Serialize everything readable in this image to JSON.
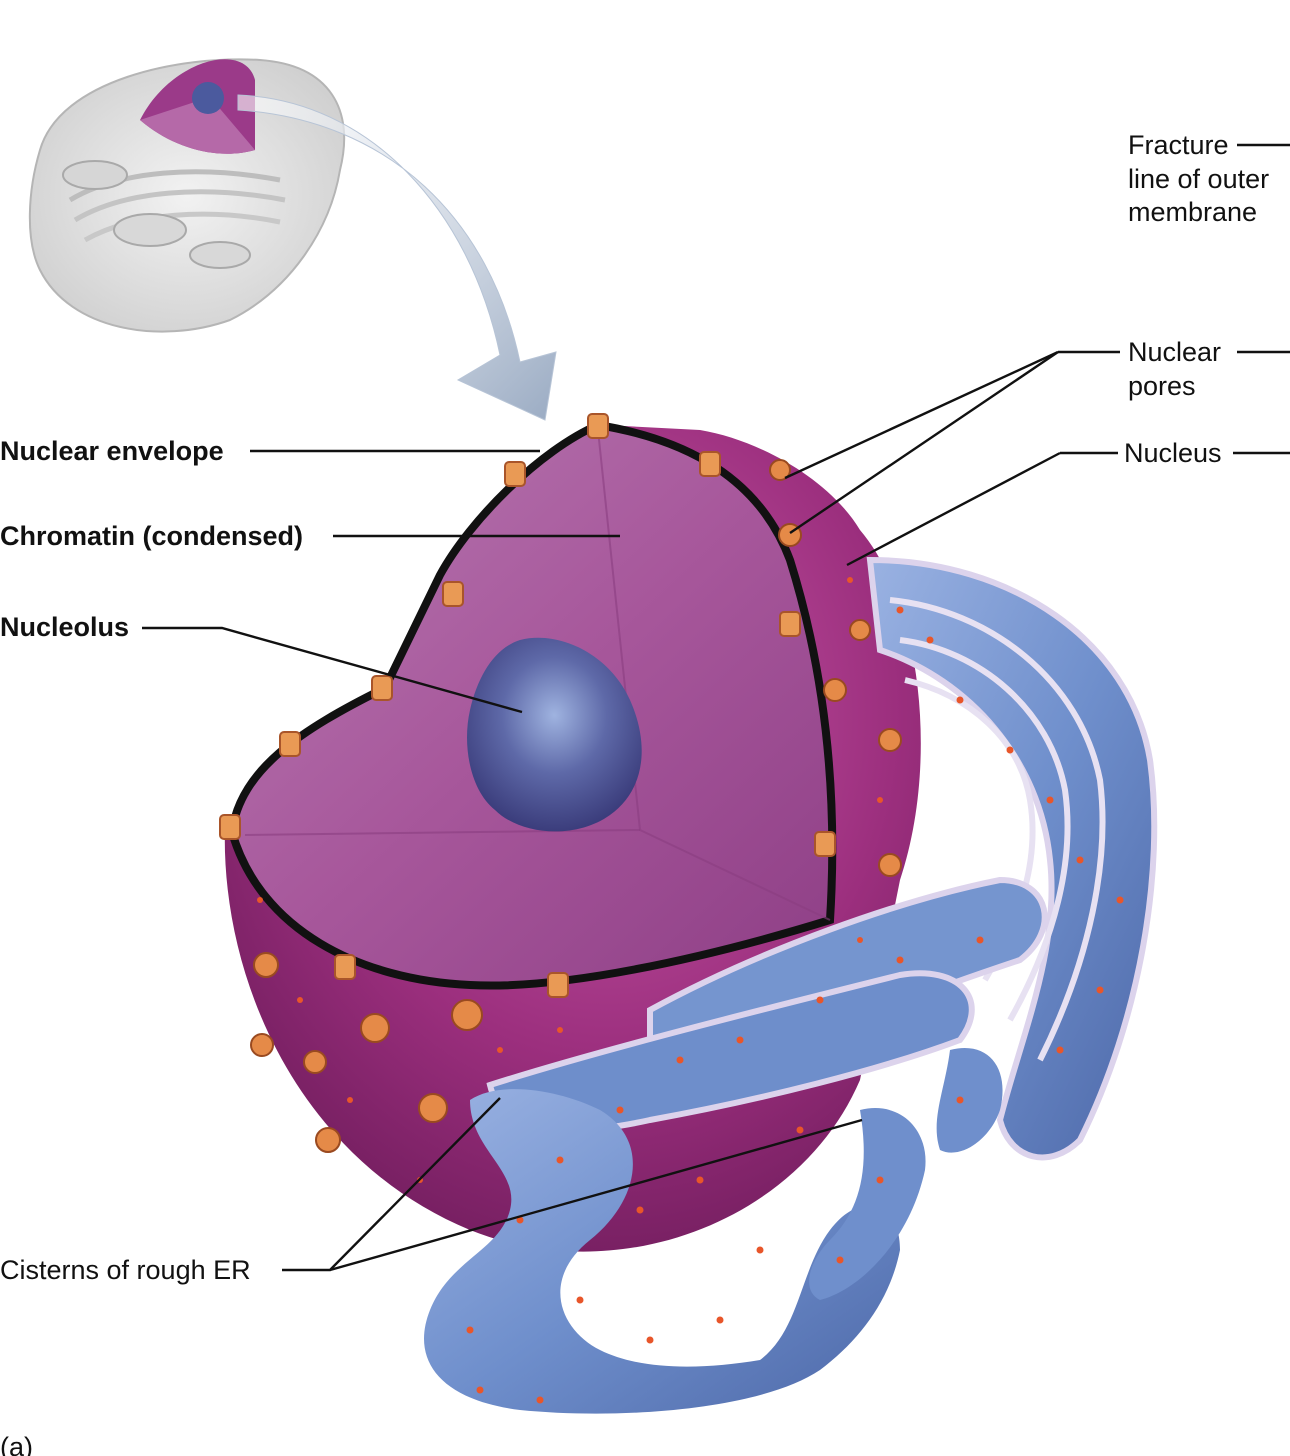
{
  "labels": {
    "fracture_line": [
      "Fracture",
      "line of outer",
      "membrane"
    ],
    "nuclear_pores": [
      "Nuclear",
      "pores"
    ],
    "nucleus": "Nucleus",
    "nuclear_envelope": "Nuclear envelope",
    "chromatin": "Chromatin (condensed)",
    "nucleolus": "Nucleolus",
    "cisterns": "Cisterns of rough ER",
    "panel_letter": "(a)"
  },
  "colors": {
    "nucleoplasm": "#a8569a",
    "nuclear_surface": "#a1307d",
    "nucleolus": "#4b4f92",
    "rough_er": "#6e8fcb",
    "ribosome": "#e8562a",
    "pore_complex": "#e99a55",
    "arrow": "#a9b8cc"
  }
}
